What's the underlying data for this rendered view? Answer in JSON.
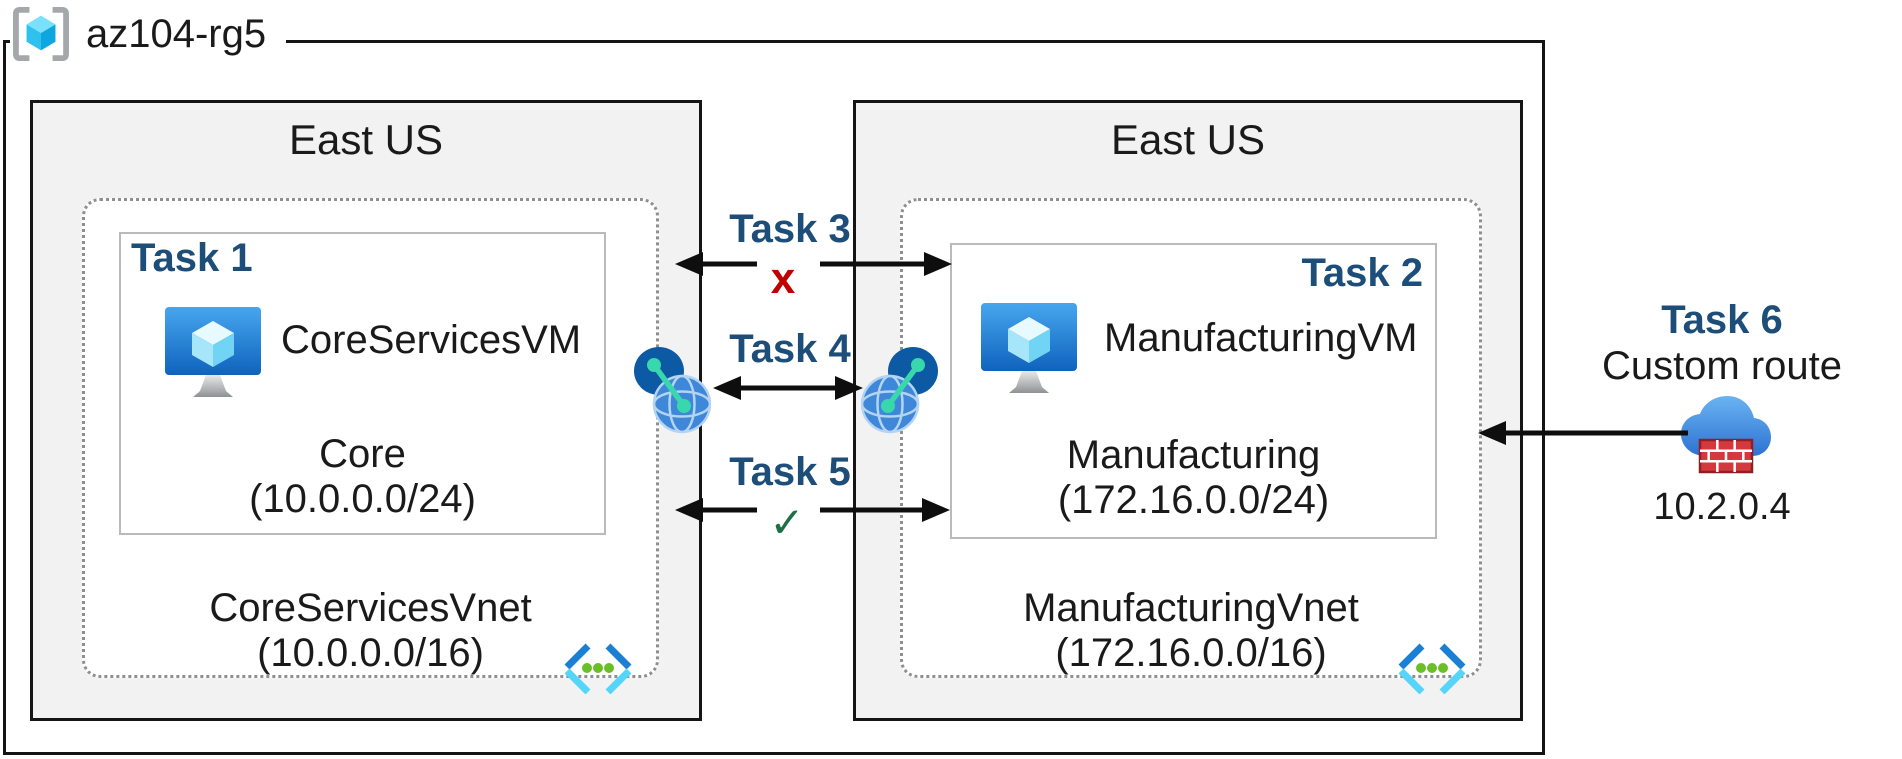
{
  "resource_group": {
    "name": "az104-rg5"
  },
  "regions": {
    "left": {
      "name": "East US",
      "task": "Task 1",
      "vm_name": "CoreServicesVM",
      "subnet_name": "Core",
      "subnet_cidr": "(10.0.0.0/24)",
      "vnet_name": "CoreServicesVnet",
      "vnet_cidr": "(10.0.0.0/16)"
    },
    "right": {
      "name": "East US",
      "task": "Task 2",
      "vm_name": "ManufacturingVM",
      "subnet_name": "Manufacturing",
      "subnet_cidr": "(172.16.0.0/24)",
      "vnet_name": "ManufacturingVnet",
      "vnet_cidr": "(172.16.0.0/16)"
    }
  },
  "connections": {
    "task3": {
      "label": "Task 3",
      "status": "x"
    },
    "task4": {
      "label": "Task 4"
    },
    "task5": {
      "label": "Task 5",
      "status": "✓"
    }
  },
  "custom_route": {
    "task": "Task 6",
    "label": "Custom route",
    "ip": "10.2.0.4"
  },
  "icons": {
    "resource_group": "azure-resource-group-brackets-cube",
    "vm": "azure-virtual-machine-monitor-cube",
    "peering": "vnet-peering-globe-link",
    "vnet": "azure-virtual-network-chevrons-dots",
    "custom_route": "cloud-firewall-nva"
  },
  "colors": {
    "task_label": "#1d4e79",
    "cross": "#c00000",
    "check": "#1e7145",
    "region_fill": "#f2f2f2",
    "arrow": "#0e0e0e",
    "border": "#141414"
  }
}
